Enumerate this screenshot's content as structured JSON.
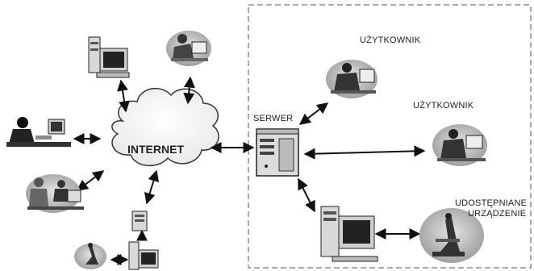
{
  "diagram": {
    "internet_label": "INTERNET",
    "server_label": "SERWER",
    "user1_label": "UŻYTKOWNIK",
    "user2_label": "UŻYTKOWNIK",
    "shared_device_label_line1": "UDOSTĘPNIANE",
    "shared_device_label_line2": "URZĄDZENIE"
  }
}
